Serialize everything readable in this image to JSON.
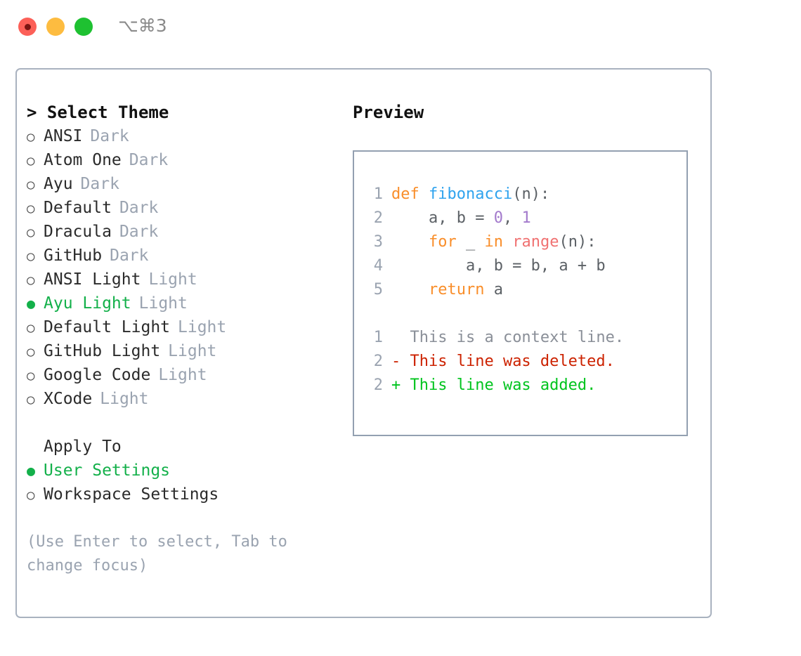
{
  "titlebar": {
    "shortcut": "⌥⌘3",
    "buttons": [
      {
        "name": "close",
        "color": "#fc6058"
      },
      {
        "name": "minimize",
        "color": "#fdbc40"
      },
      {
        "name": "maximize",
        "color": "#1ec131"
      }
    ]
  },
  "theme_picker": {
    "heading": "> Select Theme",
    "markers": {
      "selected": "●",
      "unselected": "○"
    },
    "selected_color": "#13b04a",
    "items": [
      {
        "marker": "○",
        "label": "ANSI",
        "tag": "Dark",
        "selected": false
      },
      {
        "marker": "○",
        "label": "Atom One",
        "tag": "Dark",
        "selected": false
      },
      {
        "marker": "○",
        "label": "Ayu",
        "tag": "Dark",
        "selected": false
      },
      {
        "marker": "○",
        "label": "Default",
        "tag": "Dark",
        "selected": false
      },
      {
        "marker": "○",
        "label": "Dracula",
        "tag": "Dark",
        "selected": false
      },
      {
        "marker": "○",
        "label": "GitHub",
        "tag": "Dark",
        "selected": false
      },
      {
        "marker": "○",
        "label": "ANSI Light",
        "tag": "Light",
        "selected": false
      },
      {
        "marker": "●",
        "label": "Ayu Light",
        "tag": "Light",
        "selected": true
      },
      {
        "marker": "○",
        "label": "Default Light",
        "tag": "Light",
        "selected": false
      },
      {
        "marker": "○",
        "label": "GitHub Light",
        "tag": "Light",
        "selected": false
      },
      {
        "marker": "○",
        "label": "Google Code",
        "tag": "Light",
        "selected": false
      },
      {
        "marker": "○",
        "label": "XCode",
        "tag": "Light",
        "selected": false
      }
    ]
  },
  "apply_to": {
    "heading": "Apply To",
    "items": [
      {
        "marker": "●",
        "label": "User Settings",
        "selected": true
      },
      {
        "marker": "○",
        "label": "Workspace Settings",
        "selected": false
      }
    ]
  },
  "hint": "(Use Enter to select, Tab to change focus)",
  "preview": {
    "title": "Preview",
    "code": [
      {
        "num": "1",
        "tokens": [
          {
            "t": "def ",
            "c": "kw"
          },
          {
            "t": "fibonacci",
            "c": "fn"
          },
          {
            "t": "(n):",
            "c": "pl"
          }
        ]
      },
      {
        "num": "2",
        "tokens": [
          {
            "t": "    a, b = ",
            "c": "pl"
          },
          {
            "t": "0",
            "c": "num"
          },
          {
            "t": ", ",
            "c": "pl"
          },
          {
            "t": "1",
            "c": "num"
          }
        ]
      },
      {
        "num": "3",
        "tokens": [
          {
            "t": "    ",
            "c": "pl"
          },
          {
            "t": "for",
            "c": "kw"
          },
          {
            "t": " _ ",
            "c": "pl"
          },
          {
            "t": "in",
            "c": "kw"
          },
          {
            "t": " ",
            "c": "pl"
          },
          {
            "t": "range",
            "c": "bi"
          },
          {
            "t": "(n):",
            "c": "pl"
          }
        ]
      },
      {
        "num": "4",
        "tokens": [
          {
            "t": "        a, b = b, a + b",
            "c": "pl"
          }
        ]
      },
      {
        "num": "5",
        "tokens": [
          {
            "t": "    ",
            "c": "pl"
          },
          {
            "t": "return",
            "c": "kw"
          },
          {
            "t": " a",
            "c": "pl"
          }
        ]
      }
    ],
    "diff": [
      {
        "num": "1",
        "marker": " ",
        "text": " This is a context line.",
        "kind": "ctx"
      },
      {
        "num": "2",
        "marker": "-",
        "text": " This line was deleted.",
        "kind": "del"
      },
      {
        "num": "2",
        "marker": "+",
        "text": " This line was added.",
        "kind": "add"
      }
    ],
    "syntax_colors": {
      "keyword": "#f98e2a",
      "function": "#2fa3ee",
      "number": "#a37acc",
      "builtin": "#f07171",
      "plain": "#5c6166",
      "line_number": "#9aa3b0",
      "diff_context": "#8a8f98",
      "diff_deleted": "#cc2200",
      "diff_added": "#00c41e"
    }
  }
}
